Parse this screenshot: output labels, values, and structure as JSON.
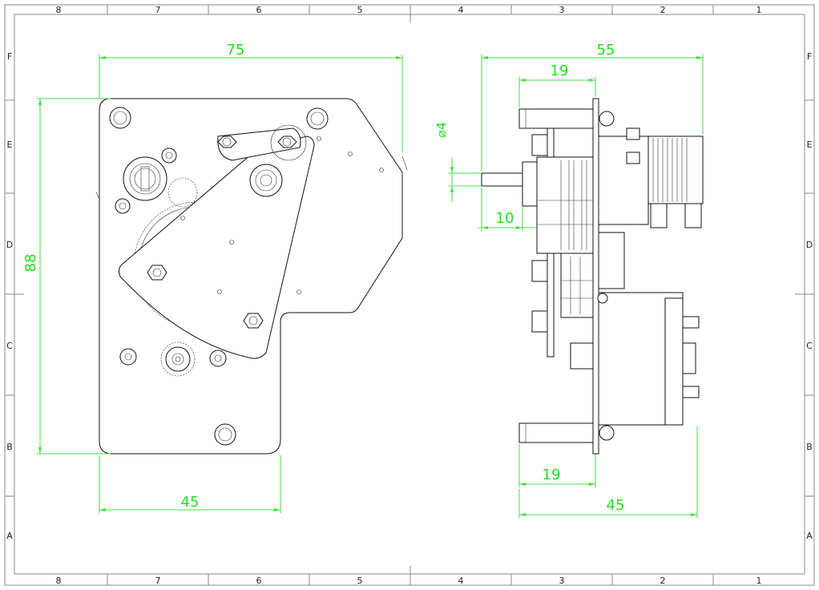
{
  "zones": {
    "columns": [
      "8",
      "7",
      "6",
      "5",
      "4",
      "3",
      "2",
      "1"
    ],
    "rows": [
      "F",
      "E",
      "D",
      "C",
      "B",
      "A"
    ]
  },
  "front_view": {
    "dim_width_top": "75",
    "dim_height_left": "88",
    "dim_width_bottom": "45"
  },
  "side_view": {
    "dim_width_top": "55",
    "dim_upper": "19",
    "dim_shaft_diameter": "⌀4",
    "dim_shaft_length": "10",
    "dim_lower": "19",
    "dim_width_bottom": "45"
  },
  "colors": {
    "dimension": "#22dd22",
    "part_line": "#111111",
    "frame": "#888888"
  }
}
